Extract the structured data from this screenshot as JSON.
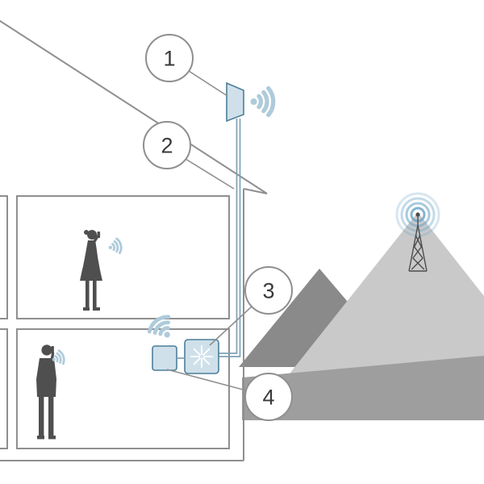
{
  "callouts": [
    {
      "label": "1"
    },
    {
      "label": "2"
    },
    {
      "label": "3"
    },
    {
      "label": "4"
    }
  ],
  "icons": [
    "outdoor-antenna-icon",
    "signal-waves-icon",
    "booster-icon",
    "indoor-antenna-icon",
    "cell-tower-icon",
    "woman-phone-silhouette-icon",
    "man-phone-silhouette-icon"
  ],
  "colors": {
    "line": "#8f8f8f",
    "silhouette": "#4f4f4f",
    "mountain-dark": "#8a8a8a",
    "mountain-light": "#c9c9c9",
    "foothill": "#9e9e9e",
    "device-fill": "#cfe0ea",
    "device-stroke": "#4d7e99",
    "wifi": "#aecbdb",
    "tower": "#4d4d4d",
    "tower-ring": "#6ea6ca",
    "cable": "#7fa0b5",
    "callout-text": "#3a3a3a"
  }
}
